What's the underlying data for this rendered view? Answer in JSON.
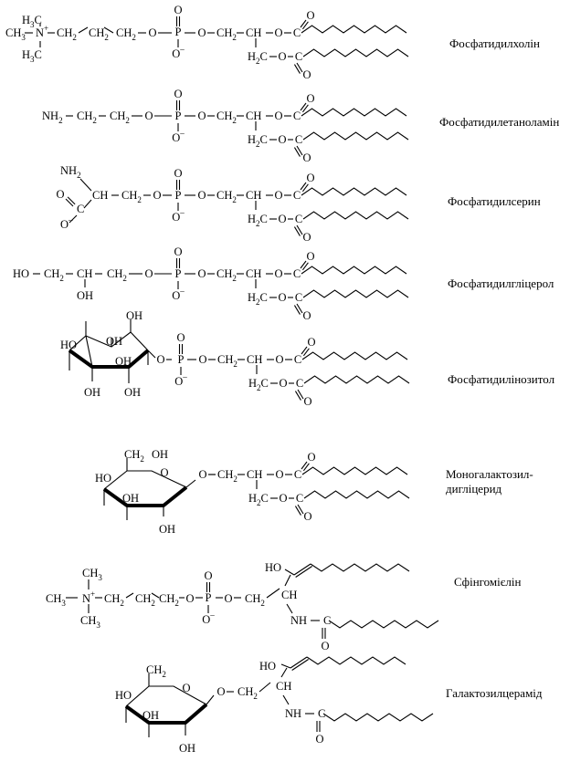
{
  "atoms": {
    "O": "O",
    "P": "P",
    "C": "C",
    "N": "N",
    "H": "H",
    "OH": "OH",
    "O_minus": "O",
    "minus": "–",
    "plus": "+",
    "H2": "H",
    "CH2": "CH",
    "H2C": "H",
    "CH": "CH",
    "NH": "NH",
    "NH2": "NH",
    "HO": "HO",
    "CH3": "CH",
    "H3C": "H",
    "CH2OH": "CH",
    "two": "2",
    "three": "3"
  },
  "labels": {
    "phosphatidylcholine": "Фосфатидилхолін",
    "phosphatidylethanolamine": "Фосфатидилетаноламін",
    "phosphatidylserine": "Фосфатидилсерин",
    "phosphatidylglycerol": "Фосфатидилгліцерол",
    "phosphatidylinositol": "Фосфатидилінозитол",
    "monogalactosyl_line1": "Моногалактозил-",
    "monogalactosyl_line2": "дигліцерид",
    "sphingomyelin": "Сфінгомієлін",
    "galactosylceramide": "Галактозилцерамід"
  }
}
